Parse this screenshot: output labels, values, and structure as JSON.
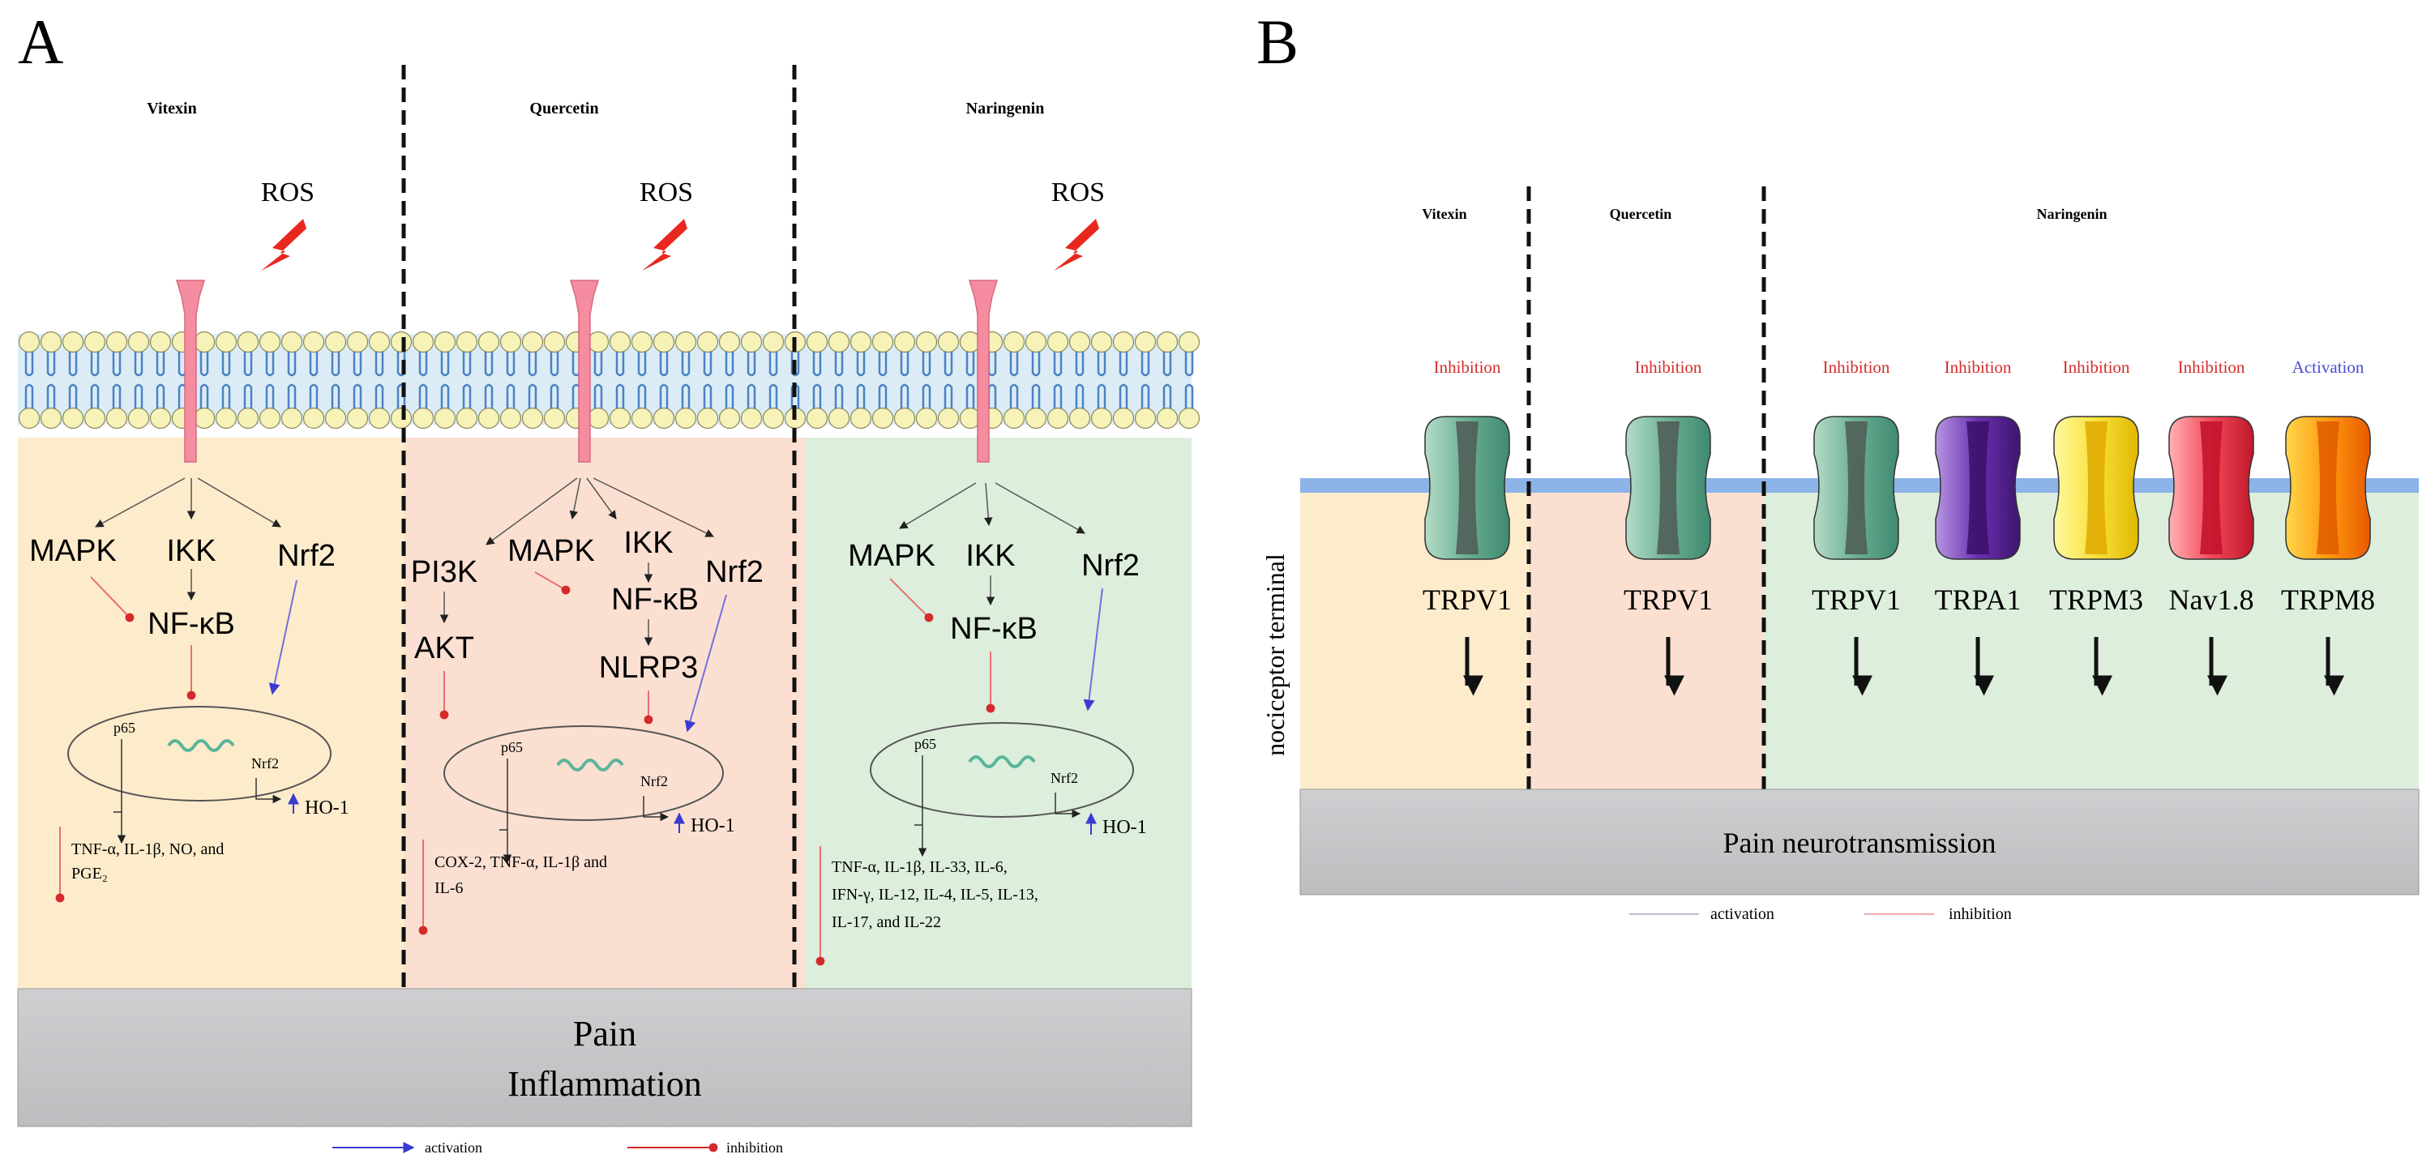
{
  "panel_a": {
    "letter": "A",
    "columns": [
      {
        "name": "Vitexin",
        "ros": "ROS",
        "nodes": {
          "mapk": "MAPK",
          "ikk": "IKK",
          "nrf2": "Nrf2",
          "nfkb": "NF-κB"
        },
        "p65": "p65",
        "nrf2_nuc": "Nrf2",
        "ho1": "HO-1",
        "cytokines": [
          "TNF-α, IL-1β, NO, and",
          "PGE₂"
        ]
      },
      {
        "name": "Quercetin",
        "ros": "ROS",
        "nodes": {
          "pi3k": "PI3K",
          "akt": "AKT",
          "mapk": "MAPK",
          "ikk": "IKK",
          "nfkb": "NF-κB",
          "nlrp3": "NLRP3",
          "nrf2": "Nrf2"
        },
        "p65": "p65",
        "nrf2_nuc": "Nrf2",
        "ho1": "HO-1",
        "cytokines": [
          "COX-2, TNF-α, IL-1β and",
          "IL-6"
        ]
      },
      {
        "name": "Naringenin",
        "ros": "ROS",
        "nodes": {
          "mapk": "MAPK",
          "ikk": "IKK",
          "nrf2": "Nrf2",
          "nfkb": "NF-κB"
        },
        "p65": "p65",
        "nrf2_nuc": "Nrf2",
        "ho1": "HO-1",
        "cytokines": [
          "TNF-α, IL-1β, IL-33, IL-6,",
          "IFN-γ, IL-12, IL-4, IL-5, IL-13,",
          "IL-17, and IL-22"
        ]
      }
    ],
    "bottom": [
      "Pain",
      "Inflammation"
    ],
    "legend": {
      "activation": "activation",
      "inhibition": "inhibition"
    }
  },
  "panel_b": {
    "letter": "B",
    "columns": [
      "Vitexin",
      "Quercetin",
      "Naringenin"
    ],
    "side_label": "nociceptor terminal",
    "channels": [
      {
        "effect": "Inhibition",
        "name": "TRPV1",
        "effect_color": "#d42d2d"
      },
      {
        "effect": "Inhibition",
        "name": "TRPV1",
        "effect_color": "#d42d2d"
      },
      {
        "effect": "Inhibition",
        "name": "TRPV1",
        "effect_color": "#d42d2d"
      },
      {
        "effect": "Inhibition",
        "name": "TRPA1",
        "effect_color": "#d42d2d"
      },
      {
        "effect": "Inhibition",
        "name": "TRPM3",
        "effect_color": "#d42d2d"
      },
      {
        "effect": "Inhibition",
        "name": "Nav1.8",
        "effect_color": "#d42d2d"
      },
      {
        "effect": "Activation",
        "name": "TRPM8",
        "effect_color": "#4b4bd6"
      }
    ],
    "bottom": "Pain neurotransmission",
    "legend": {
      "activation": "activation",
      "inhibition": "inhibition"
    }
  },
  "colors": {
    "vitexin_bg": "#fdeccb",
    "quercetin_bg": "#fbe0d2",
    "naringenin_bg": "#ddeedd",
    "bottom_bar": "#c7c7c9",
    "receptor": "#f58ca0",
    "ros_bolt": "#e8281f",
    "activation": "#3b3bd1",
    "inhibition": "#d42a2a",
    "membrane_line": "#8cb4e8"
  }
}
